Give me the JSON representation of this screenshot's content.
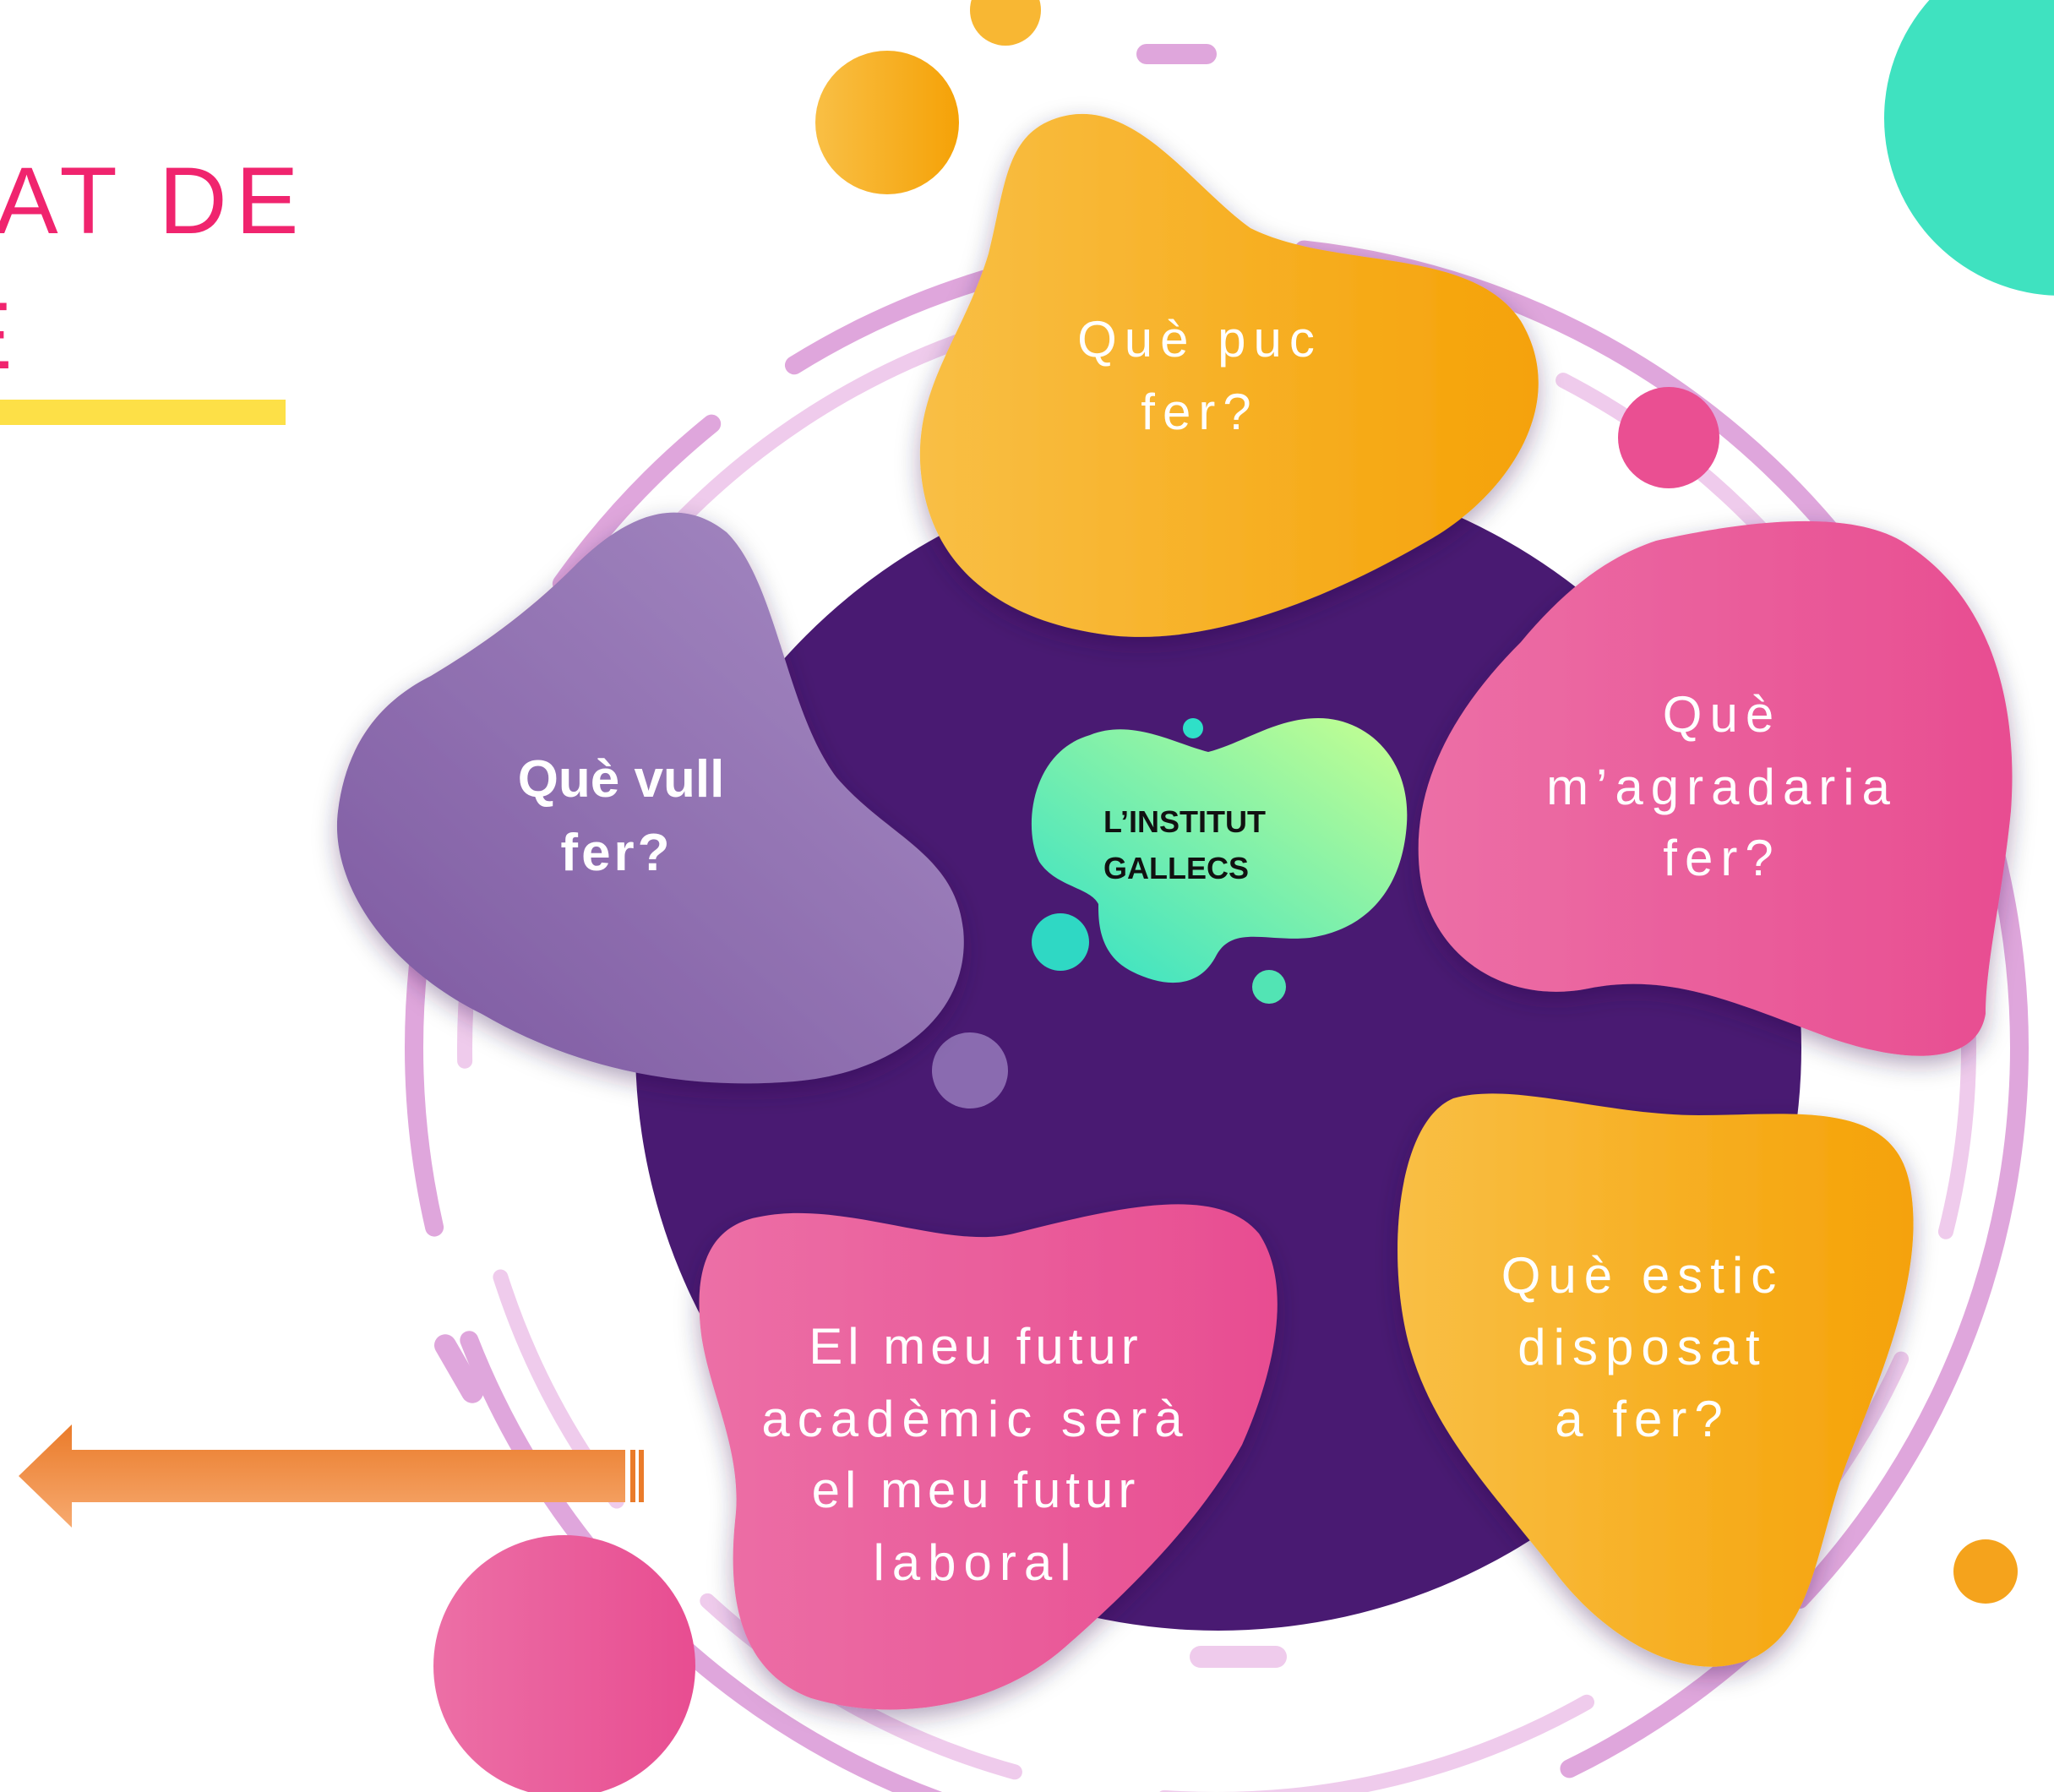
{
  "title": {
    "line1": "AT DE",
    "line2": "E"
  },
  "center": {
    "line1": "L’INSTITUT",
    "line2": "GALLECS"
  },
  "blobs": {
    "top": {
      "lines": [
        "Què puc",
        "fer?"
      ]
    },
    "left": {
      "lines": [
        "Què  vull",
        "fer?"
      ]
    },
    "right": {
      "lines": [
        "Què",
        "m’agradaria",
        "fer?"
      ]
    },
    "bottom_right": {
      "lines": [
        "Què estic",
        "disposat",
        "a fer?"
      ]
    },
    "bottom_left": {
      "lines": [
        "El meu futur",
        "acadèmic serà",
        "el meu futur",
        "laboral"
      ]
    }
  },
  "colors": {
    "title": "#f0246e",
    "underline": "#fde047",
    "core": "#491a72",
    "orange": "#f7a512",
    "pink": "#ea4f92",
    "purple": "#8a6bb0",
    "teal": "#2fe0c8",
    "ring": "#dfa6dc",
    "arrow": "#f28a3c"
  },
  "arrow": {
    "direction": "left"
  }
}
